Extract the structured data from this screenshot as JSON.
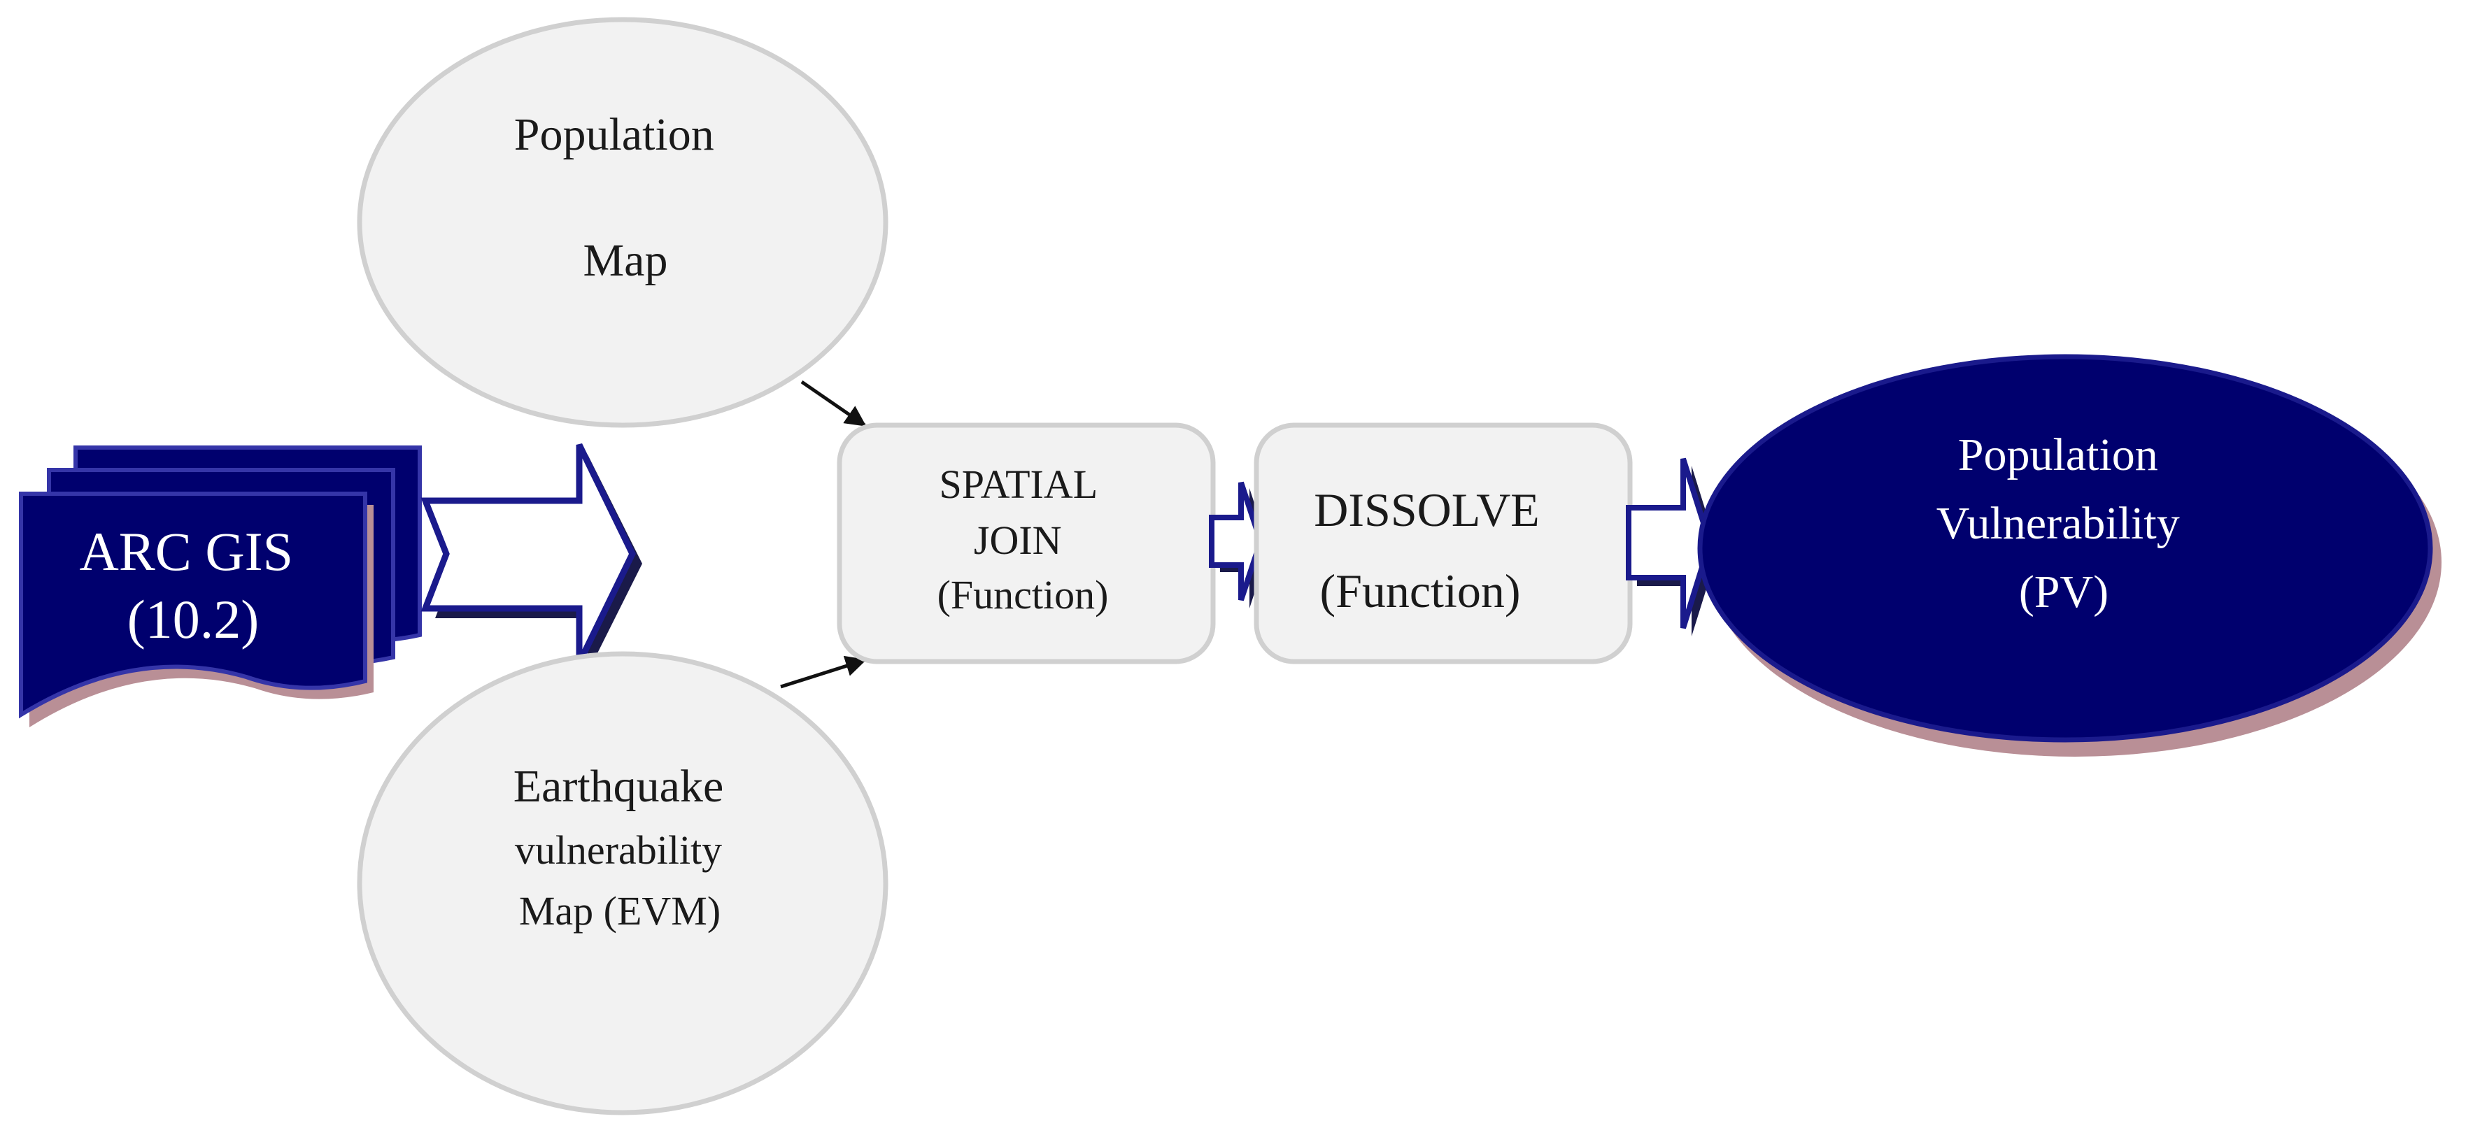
{
  "nodes": {
    "arcgis": {
      "lines": [
        "ARC GIS",
        "(10.2)"
      ]
    },
    "population_map": {
      "lines": [
        "Population",
        "Map"
      ]
    },
    "evm": {
      "lines": [
        "Earthquake",
        "vulnerability",
        "Map (EVM)"
      ]
    },
    "spatial_join": {
      "lines": [
        "SPATIAL",
        "JOIN",
        "(Function)"
      ]
    },
    "dissolve": {
      "lines": [
        "DISSOLVE",
        "(Function)"
      ]
    },
    "pv": {
      "lines": [
        "Population",
        "Vulnerability",
        "(PV)"
      ]
    }
  },
  "colors": {
    "navy": "#00006e",
    "navy_outline": "#1a1a8c",
    "shadow": "#b98f96",
    "gray_fill": "#f2f2f2",
    "gray_stroke": "#d0d0d0",
    "arrow_line": "#111111",
    "text_dark": "#1a1a1a",
    "text_light": "#ffffff"
  }
}
